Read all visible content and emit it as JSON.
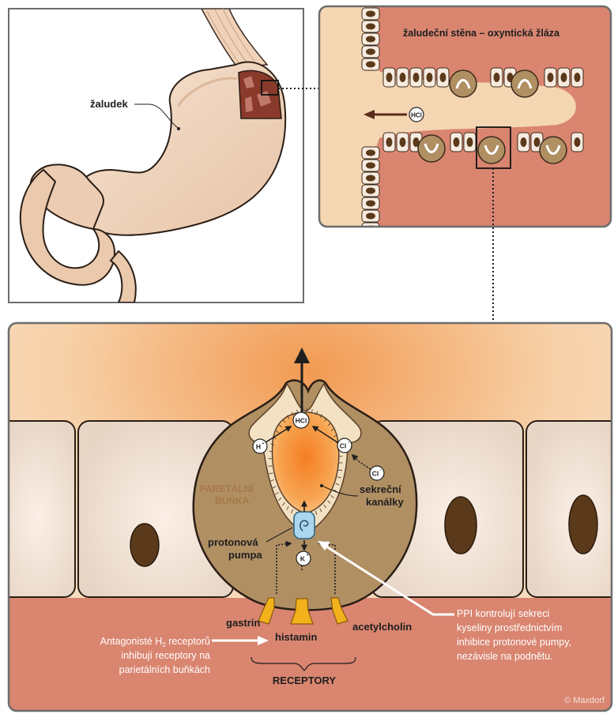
{
  "stomach_panel": {
    "label": "žaludek"
  },
  "gland_panel": {
    "title": "žaludeční stěna – oxyntická žláza",
    "hcl_badge": "HCl"
  },
  "cell_panel": {
    "cell_label_line1": "PARETÁLNÍ",
    "cell_label_line2": "BUŇKA",
    "canaliculi_line1": "sekreční",
    "canaliculi_line2": "kanálky",
    "pump_line1": "protonová",
    "pump_line2": "pumpa",
    "ions": {
      "hcl": "HCl",
      "h": "H",
      "h_sup": "+",
      "cl_in": "Cl",
      "cl_in_sup": "-",
      "cl_out": "Cl",
      "cl_out_sup": "-",
      "k": "K",
      "k_sup": "+"
    },
    "receptors": {
      "gastrin": "gastrin",
      "histamin": "histamin",
      "acetylcholin": "acetylcholin",
      "group_label": "RECEPTORY"
    },
    "antagonist_note": {
      "line1_prefix": "Antagonisté H",
      "line1_sub": "2",
      "line1_suffix": " receptorů",
      "line2": "inhibují receptory na",
      "line3": "parietálních buňkách"
    },
    "ppi_note": {
      "line1": "PPI kontrolují sekreci",
      "line2": "kyseliny prostřednictvím",
      "line3": "inhibice protonové pumpy,",
      "line4": "nezávisle na podnětu."
    },
    "copyright": "© Maxdorf"
  },
  "colors": {
    "stomach": "#f2d7bf",
    "gland_bg": "#d98570",
    "lumen": "#f4d6b2",
    "cell_body": "#b08f63",
    "canaliculus": "#f39a44",
    "receptor": "#f3b21b",
    "nucleus": "#5b3a1b",
    "border": "#6d6d6d"
  }
}
